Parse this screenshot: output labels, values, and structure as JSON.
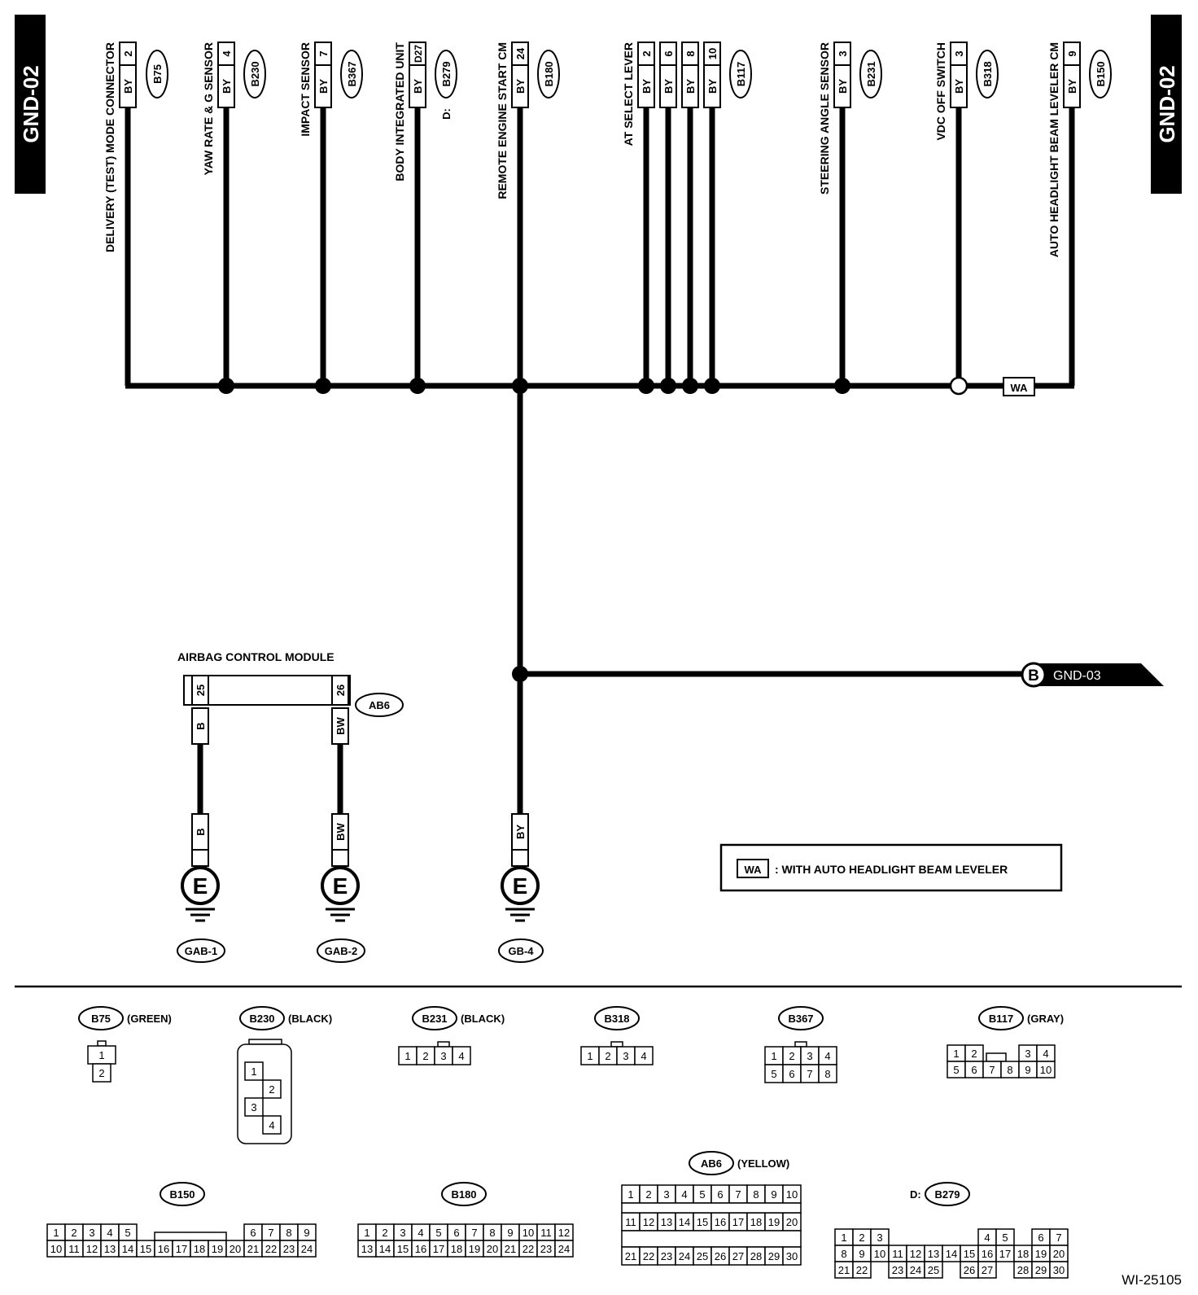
{
  "sheet": {
    "left_tab": "GND-02",
    "right_tab": "GND-02",
    "figure_id": "WI-25105"
  },
  "top_components": [
    {
      "name": "DELIVERY (TEST) MODE CONNECTOR",
      "pin": "2",
      "wire": "BY",
      "connector": "B75"
    },
    {
      "name": "YAW RATE & G SENSOR",
      "pin": "4",
      "wire": "BY",
      "connector": "B230"
    },
    {
      "name": "IMPACT SENSOR",
      "pin": "7",
      "wire": "BY",
      "connector": "B367"
    },
    {
      "name": "BODY INTEGRATED UNIT",
      "pin": "D27",
      "wire": "BY",
      "connector": "B279",
      "connector_prefix": "D:"
    },
    {
      "name": "REMOTE ENGINE START CM",
      "pin": "24",
      "wire": "BY",
      "connector": "B180"
    },
    {
      "name": "AT SELECT LEVER",
      "pins": [
        "2",
        "6",
        "8",
        "10"
      ],
      "wire": "BY",
      "connector": "B117"
    },
    {
      "name": "STEERING ANGLE SENSOR",
      "pin": "3",
      "wire": "BY",
      "connector": "B231"
    },
    {
      "name": "VDC OFF SWITCH",
      "pin": "3",
      "wire": "BY",
      "connector": "B318"
    },
    {
      "name": "AUTO HEADLIGHT BEAM LEVELER CM",
      "pin": "9",
      "wire": "BY",
      "connector": "B150"
    }
  ],
  "bus": {
    "option_tag": "WA",
    "continuation_letter": "B",
    "continuation_target": "GND-03"
  },
  "airbag": {
    "title": "AIRBAG CONTROL MODULE",
    "connector": "AB6",
    "pins": [
      {
        "pin": "25",
        "wire": "B",
        "ground": "GAB-1"
      },
      {
        "pin": "26",
        "wire": "BW",
        "ground": "GAB-2"
      }
    ]
  },
  "main_ground": {
    "wire": "BY",
    "ground": "GB-4",
    "symbol": "E"
  },
  "legend": {
    "tag": "WA",
    "text": ": WITH AUTO HEADLIGHT BEAM LEVELER"
  },
  "connector_views": [
    {
      "id": "B75",
      "color": "(GREEN)"
    },
    {
      "id": "B230",
      "color": "(BLACK)"
    },
    {
      "id": "B231",
      "color": "(BLACK)"
    },
    {
      "id": "B318",
      "color": ""
    },
    {
      "id": "B367",
      "color": ""
    },
    {
      "id": "B117",
      "color": "(GRAY)"
    },
    {
      "id": "AB6",
      "color": "(YELLOW)"
    },
    {
      "id": "B150",
      "color": ""
    },
    {
      "id": "B180",
      "color": ""
    },
    {
      "id": "B279",
      "color": "",
      "prefix": "D:"
    }
  ]
}
